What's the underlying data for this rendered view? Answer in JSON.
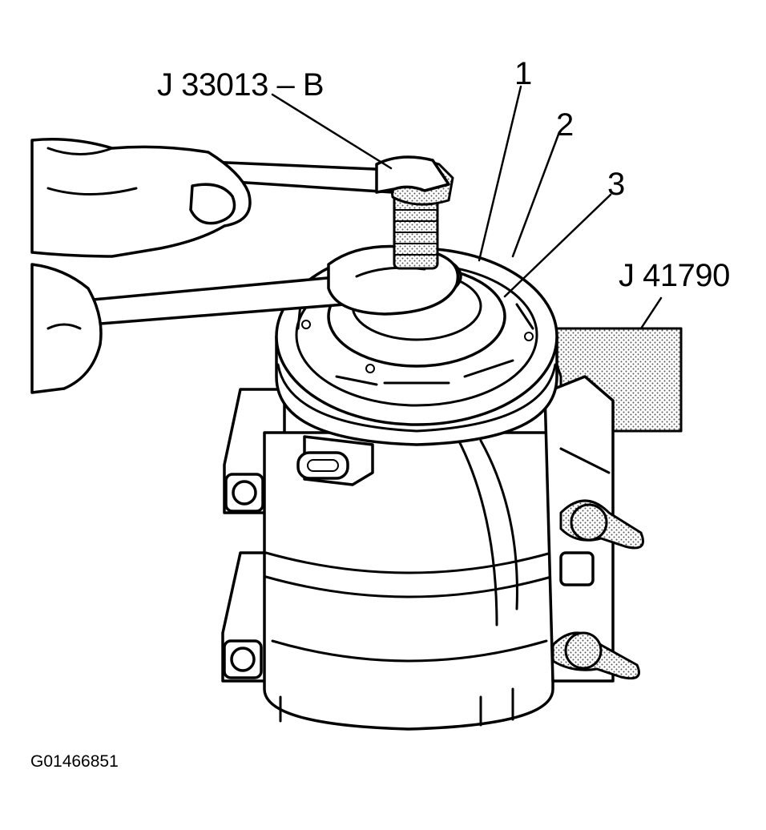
{
  "callouts": {
    "tool_wrench": "J 33013 – B",
    "tool_fixture": "J 41790",
    "item_1": "1",
    "item_2": "2",
    "item_3": "3"
  },
  "figure_id": "G01466851",
  "colors": {
    "ink": "#000000",
    "paper": "#ffffff",
    "stipple": "#8a8a8a"
  }
}
